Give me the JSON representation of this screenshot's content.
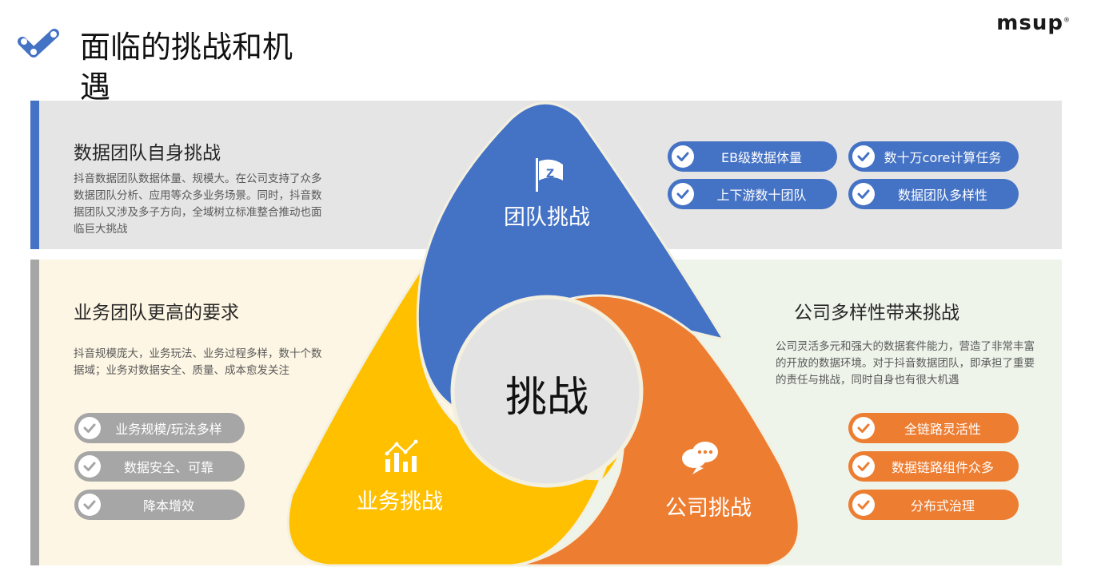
{
  "page": {
    "title": "面临的挑战和机遇",
    "brand": "msup",
    "brand_mark": "®"
  },
  "team": {
    "title": "数据团队自身挑战",
    "desc": "抖音数据团队数据体量、规模大。在公司支持了众多数据团队分析、应用等众多业务场景。同时，抖音数据团队又涉及多子方向，全域树立标准整合推动也面临巨大挑战",
    "tags": [
      "EB级数据体量",
      "数十万core计算任务",
      "上下游数十团队",
      "数据团队多样性"
    ]
  },
  "business": {
    "title": "业务团队更高的要求",
    "desc": "抖音规模庞大，业务玩法、业务过程多样，数十个数据域；业务对数据安全、质量、成本愈发关注",
    "tags": [
      "业务规模/玩法多样",
      "数据安全、可靠",
      "降本增效"
    ]
  },
  "company": {
    "title": "公司多样性带来挑战",
    "desc": "公司灵活多元和强大的数据套件能力，营造了非常丰富的开放的数据环境。对于抖音数据团队，即承担了重要的责任与挑战，同时自身也有很大机遇",
    "tags": [
      "全链路灵活性",
      "数据链路组件众多",
      "分布式治理"
    ]
  },
  "diagram": {
    "center": "挑战",
    "team_label": "团队挑战",
    "business_label": "业务挑战",
    "company_label": "公司挑战",
    "flag_letter": "Z"
  },
  "icons": [
    "check-logo-icon",
    "flag-icon",
    "bar-chart-icon",
    "chat-icon",
    "check-icon"
  ],
  "colors": {
    "blue": "#4472c4",
    "orange": "#ed7d31",
    "yellow": "#ffc000",
    "gray": "#a6a6a6",
    "center": "#e3e3e3"
  }
}
